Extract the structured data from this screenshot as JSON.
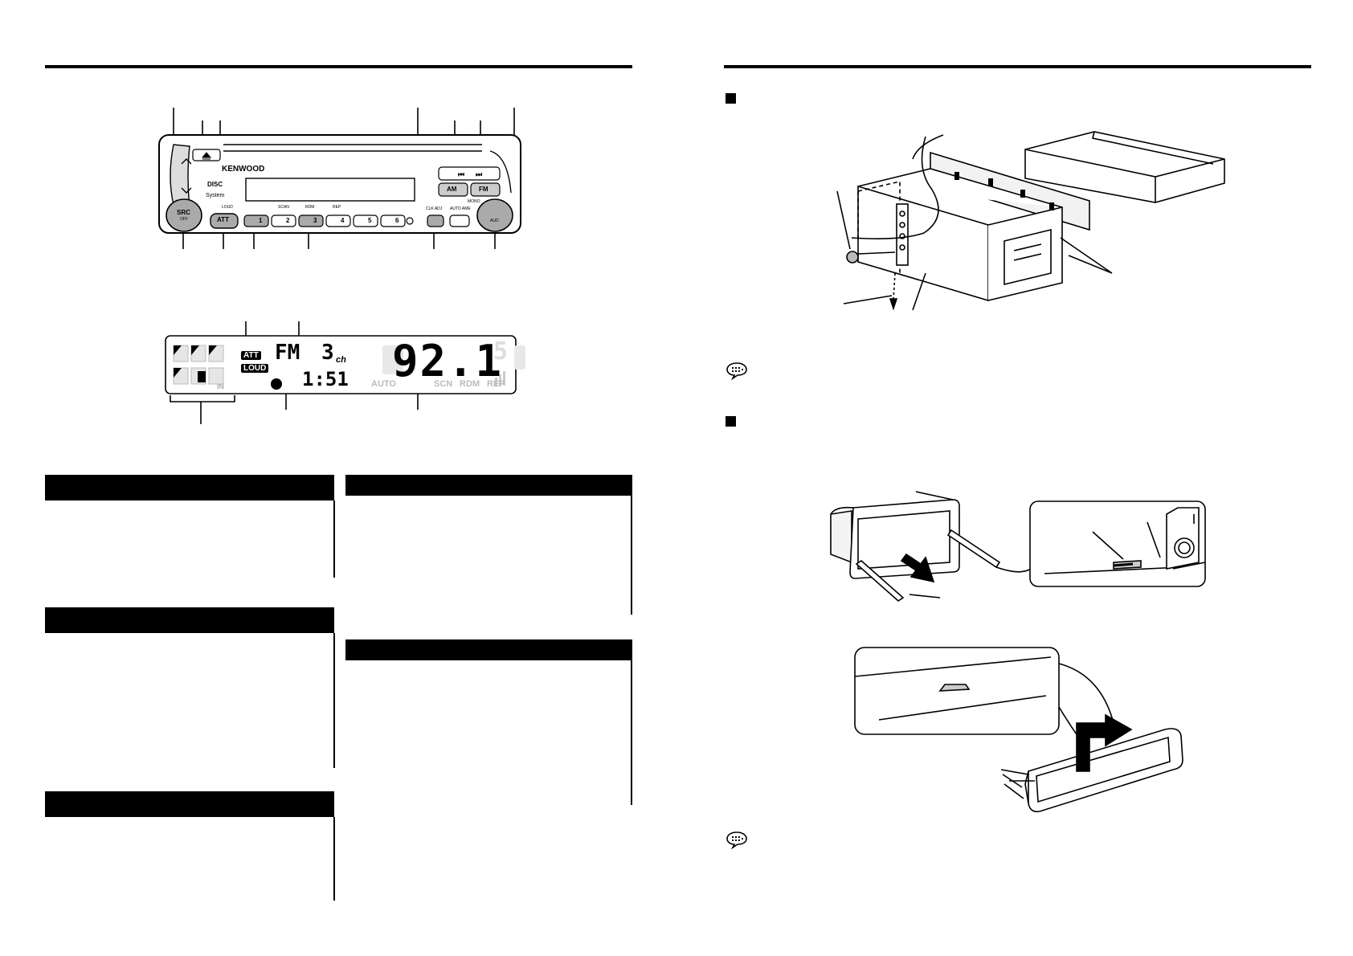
{
  "faceplate": {
    "brand": "KENWOOD",
    "disc_logo": "DISC",
    "system_label": "System",
    "buttons": {
      "src": "SRC",
      "src_sub": "OFF",
      "att": "ATT",
      "am": "AM",
      "fm": "FM",
      "presets": [
        "1",
        "2",
        "3",
        "4",
        "5",
        "6"
      ]
    },
    "small_labels": {
      "loud": "LOUD",
      "scan": "SCAN",
      "rdm": "RDM",
      "rep": "REP",
      "clk_adj": "CLK ADJ",
      "auto_ame": "AUTO AME",
      "mono": "MONO",
      "aud": "AUD"
    }
  },
  "lcd": {
    "att_badge": "ATT",
    "loud_badge": "LOUD",
    "band": "FM",
    "preset": "3",
    "ch_suffix": "ch",
    "frequency": "92.1",
    "clock": "1:51",
    "in_label": "IN",
    "auto_label": "AUTO",
    "scn_label": "SCN",
    "rdm_label": "RDM",
    "rep_label": "REP",
    "faint_digit": "5"
  },
  "icons": [
    "note-icon",
    "note-icon"
  ]
}
